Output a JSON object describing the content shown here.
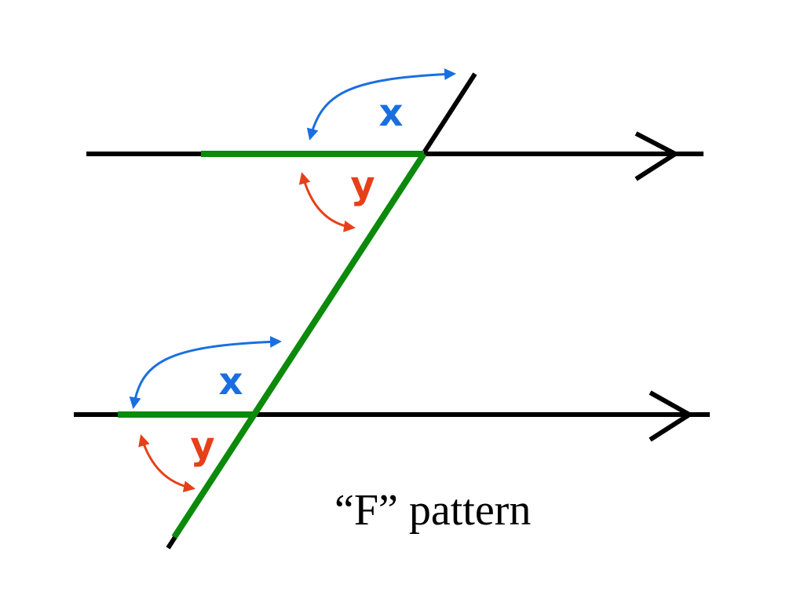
{
  "caption": "“F”  pattern",
  "labels": {
    "upper_corresponding": "x",
    "upper_interior": "y",
    "lower_corresponding": "x",
    "lower_interior": "y"
  },
  "colors": {
    "line": "#000000",
    "f_shape": "#0b8a0b",
    "angle_x": "#1a6fe0",
    "angle_y": "#e6401a",
    "background": "#ffffff"
  }
}
